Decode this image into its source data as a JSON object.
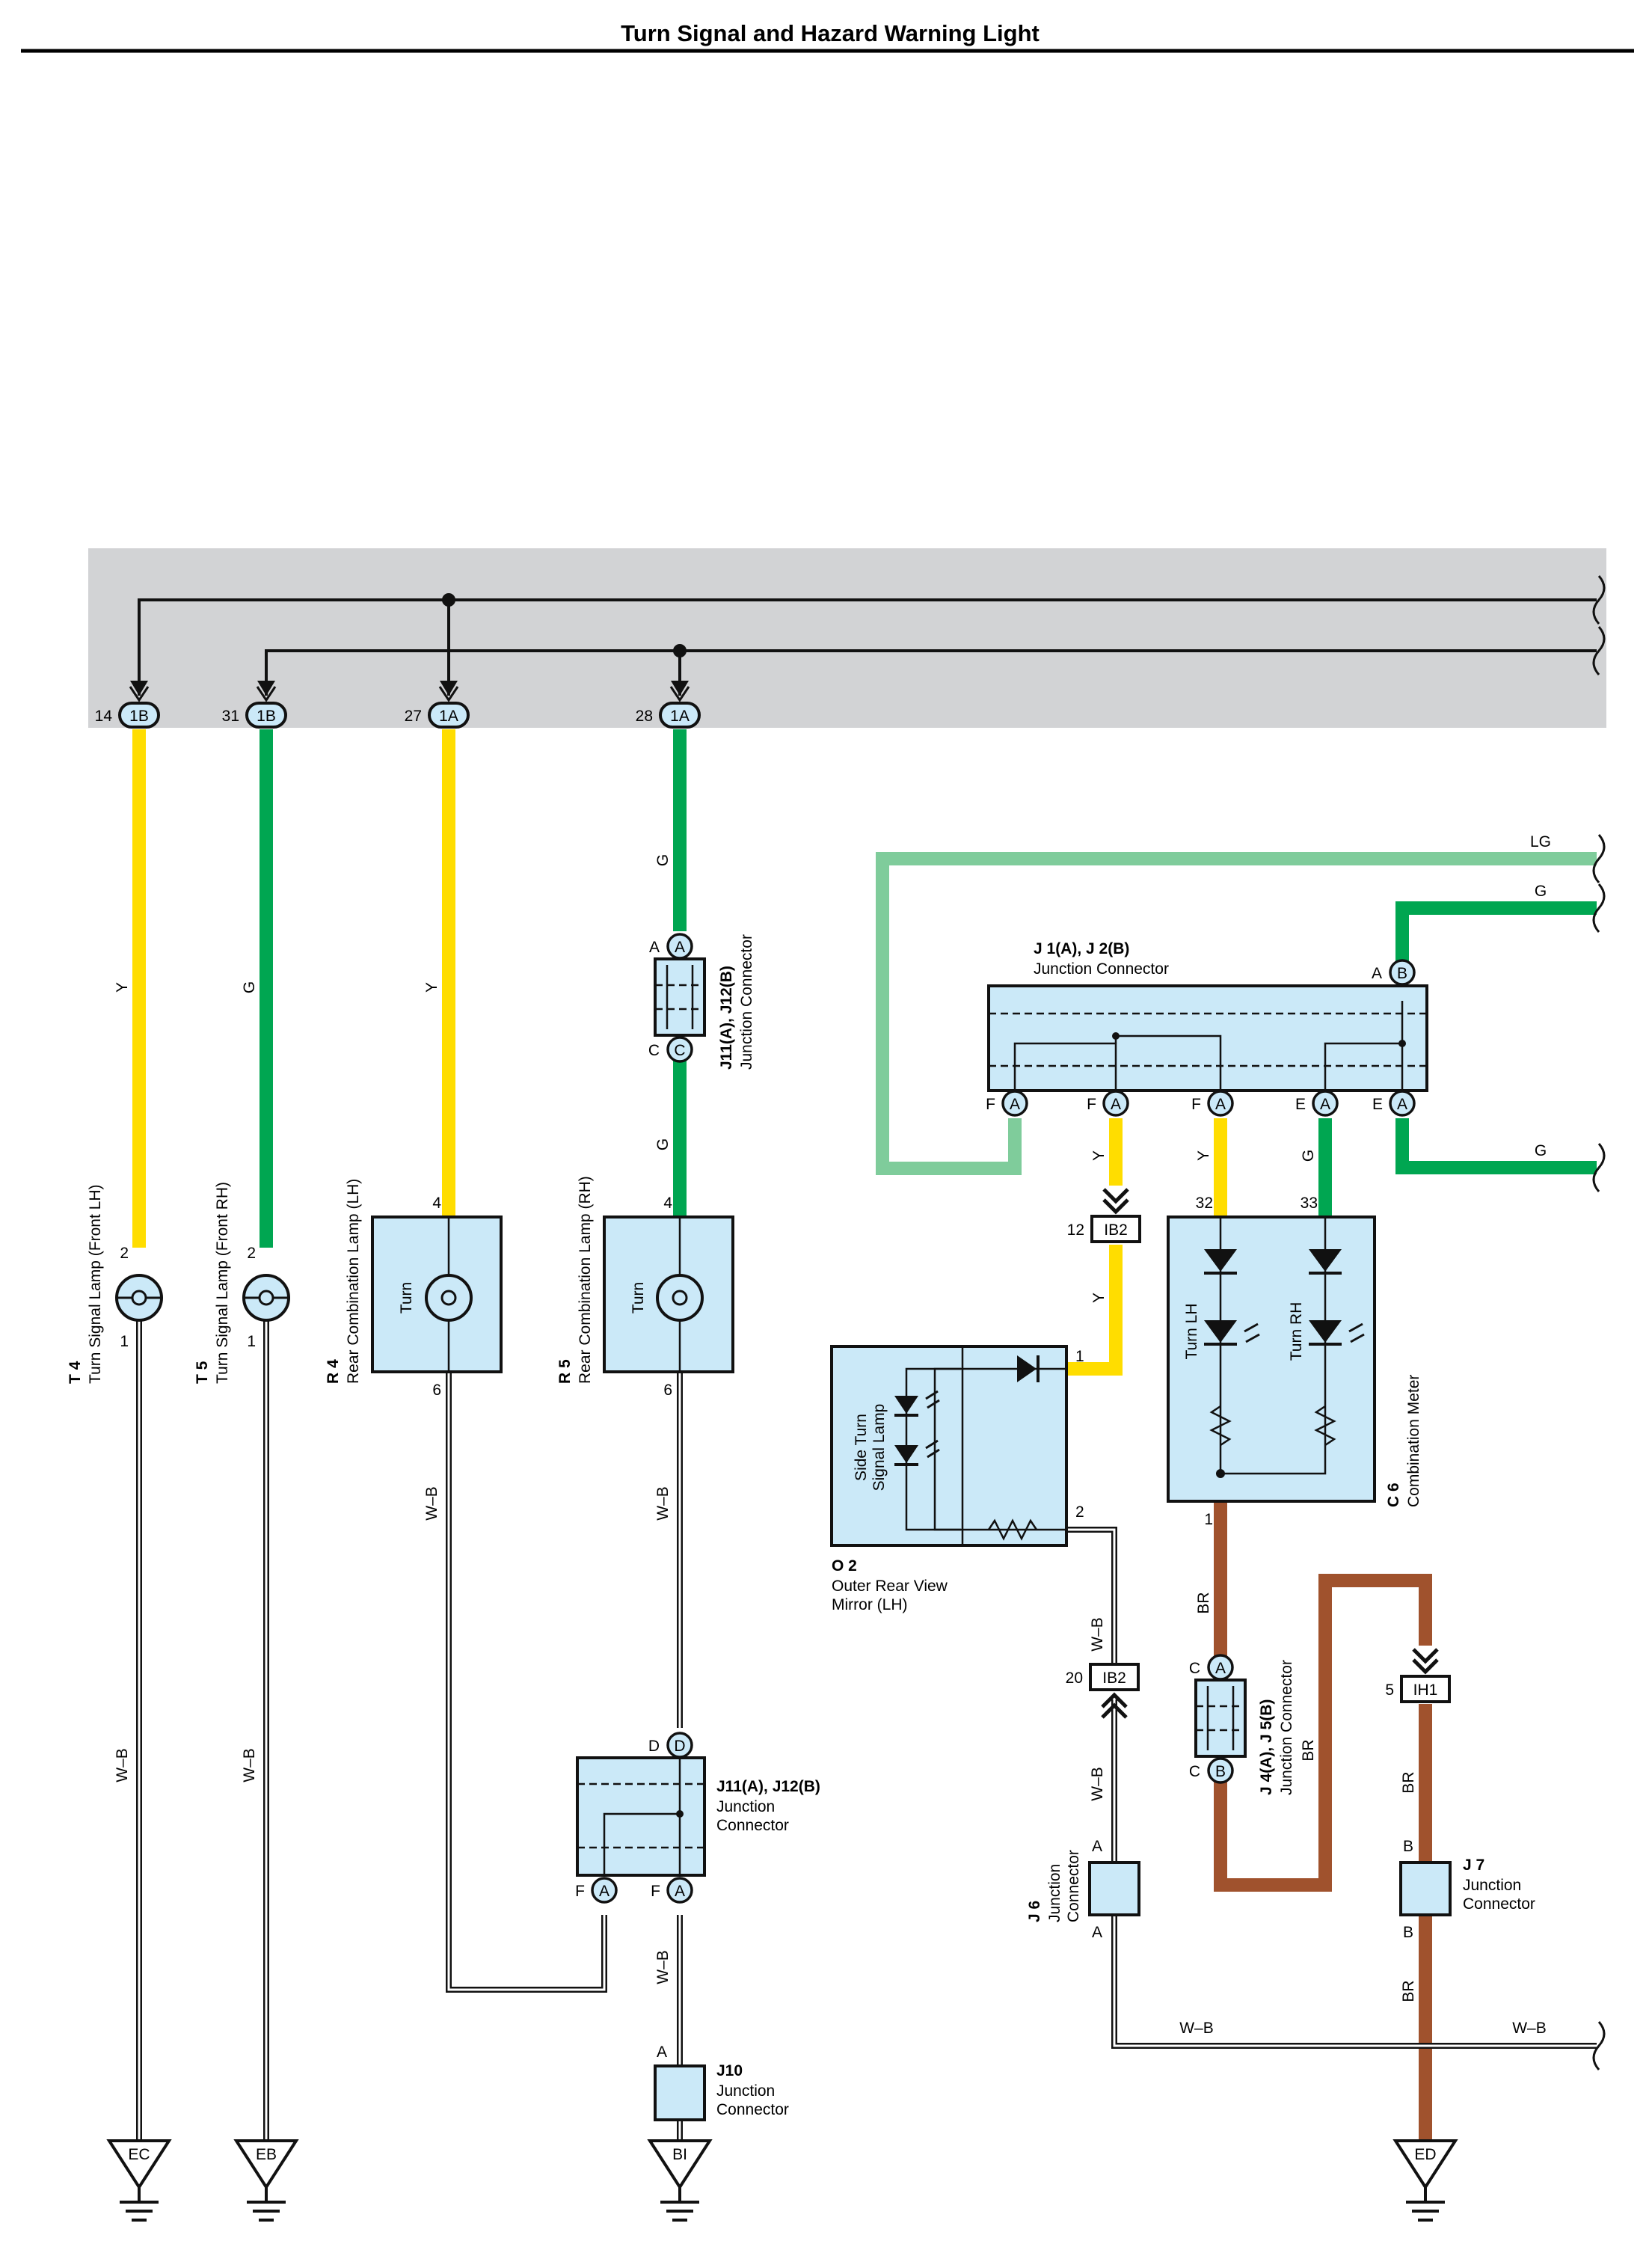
{
  "title": "Turn Signal and Hazard Warning Light",
  "colors": {
    "Y": "#ffdd00",
    "G": "#00a651",
    "LG": "#7fcc9b",
    "BR": "#a0522d",
    "W-B": "#ffffff",
    "component_fill": "#cbe9f8",
    "top_panel": "#d2d3d5"
  },
  "top_connectors": [
    {
      "pin": "14",
      "conn": "1B"
    },
    {
      "pin": "31",
      "conn": "1B"
    },
    {
      "pin": "27",
      "conn": "1A"
    },
    {
      "pin": "28",
      "conn": "1A"
    }
  ],
  "components": {
    "T4": {
      "code": "T 4",
      "name": "Turn Signal Lamp (Front LH)",
      "pin_top": "2",
      "pin_bottom": "1"
    },
    "T5": {
      "code": "T 5",
      "name": "Turn Signal Lamp (Front RH)",
      "pin_top": "2",
      "pin_bottom": "1"
    },
    "R4": {
      "code": "R 4",
      "name": "Rear Combination Lamp (LH)",
      "inner": "Turn",
      "pin_top": "4",
      "pin_bottom": "6"
    },
    "R5": {
      "code": "R 5",
      "name": "Rear Combination Lamp (RH)",
      "inner": "Turn",
      "pin_top": "4",
      "pin_bottom": "6"
    },
    "J11_top": {
      "code": "J11(A), J12(B)",
      "name": "Junction Connector",
      "pin_a": "A",
      "pin_b": "C"
    },
    "J11_bottom": {
      "code": "J11(A), J12(B)",
      "name1": "Junction",
      "name2": "Connector",
      "pin_d": "D",
      "pin_f1": "F",
      "pin_f2": "F"
    },
    "J10": {
      "code": "J10",
      "name1": "Junction",
      "name2": "Connector",
      "pin": "A"
    },
    "J1": {
      "code": "J 1(A), J 2(B)",
      "name": "Junction Connector",
      "pin_ab": "A",
      "pins_bottom": [
        "F",
        "F",
        "F",
        "E",
        "E"
      ]
    },
    "O2": {
      "code": "O 2",
      "name1": "Outer Rear View",
      "name2": "Mirror (LH)",
      "inner1": "Side Turn",
      "inner2": "Signal Lamp",
      "pin1": "1",
      "pin2": "2"
    },
    "C6": {
      "code": "C 6",
      "name": "Combination Meter",
      "inner_lh": "Turn LH",
      "inner_rh": "Turn RH",
      "pin32": "32",
      "pin33": "33",
      "pin1": "1"
    },
    "J4": {
      "code": "J 4(A), J 5(B)",
      "name": "Junction Connector",
      "pin_top": "C",
      "pin_bottom": "C"
    },
    "J6": {
      "code": "J 6",
      "name1": "Junction",
      "name2": "Connector",
      "pin_top": "A",
      "pin_bottom": "A"
    },
    "J7": {
      "code": "J 7",
      "name1": "Junction",
      "name2": "Connector",
      "pin_top": "B",
      "pin_bottom": "B"
    }
  },
  "inline_connectors": [
    {
      "pin": "12",
      "conn": "IB2"
    },
    {
      "pin": "20",
      "conn": "IB2"
    },
    {
      "pin": "5",
      "conn": "IH1"
    }
  ],
  "wire_labels": {
    "Y": "Y",
    "G": "G",
    "LG": "LG",
    "BR": "BR",
    "WB": "W–B"
  },
  "grounds": [
    "EC",
    "EB",
    "BI",
    "ED"
  ]
}
